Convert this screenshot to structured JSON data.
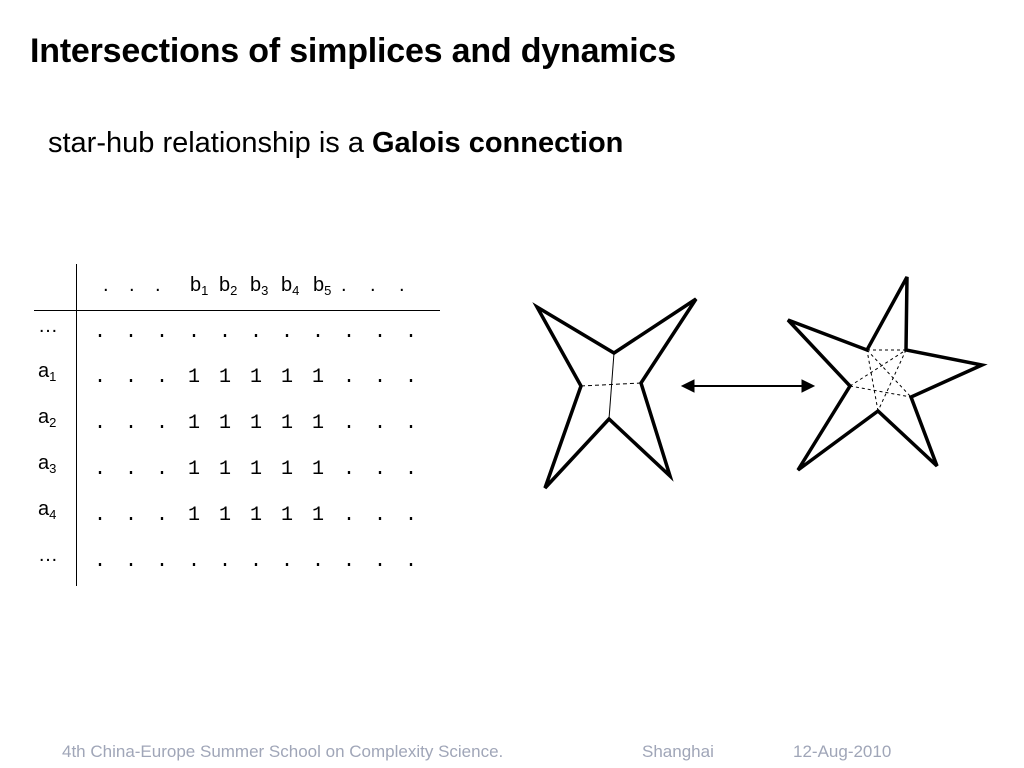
{
  "slide": {
    "title": "Intersections of simplices and dynamics",
    "subtitle_plain": "star-hub relationship is a ",
    "subtitle_bold": "Galois connection"
  },
  "table": {
    "header": [
      {
        "base": ".",
        "sub": ""
      },
      {
        "base": ".",
        "sub": ""
      },
      {
        "base": ".",
        "sub": ""
      },
      {
        "base": "b",
        "sub": "1"
      },
      {
        "base": "b",
        "sub": "2"
      },
      {
        "base": "b",
        "sub": "3"
      },
      {
        "base": "b",
        "sub": "4"
      },
      {
        "base": "b",
        "sub": "5"
      },
      {
        "base": ".",
        "sub": ""
      },
      {
        "base": ".",
        "sub": ""
      },
      {
        "base": ".",
        "sub": ""
      }
    ],
    "rows": [
      {
        "base": "…",
        "sub": "",
        "cells": [
          ".",
          ".",
          ".",
          ".",
          ".",
          ".",
          ".",
          ".",
          ".",
          ".",
          "."
        ]
      },
      {
        "base": "a",
        "sub": "1",
        "cells": [
          ".",
          ".",
          ".",
          "1",
          "1",
          "1",
          "1",
          "1",
          ".",
          ".",
          "."
        ]
      },
      {
        "base": "a",
        "sub": "2",
        "cells": [
          ".",
          ".",
          ".",
          "1",
          "1",
          "1",
          "1",
          "1",
          ".",
          ".",
          "."
        ]
      },
      {
        "base": "a",
        "sub": "3",
        "cells": [
          ".",
          ".",
          ".",
          "1",
          "1",
          "1",
          "1",
          "1",
          ".",
          ".",
          "."
        ]
      },
      {
        "base": "a",
        "sub": "4",
        "cells": [
          ".",
          ".",
          ".",
          "1",
          "1",
          "1",
          "1",
          "1",
          ".",
          ".",
          "."
        ]
      },
      {
        "base": "…",
        "sub": "",
        "cells": [
          ".",
          ".",
          ".",
          ".",
          ".",
          ".",
          ".",
          ".",
          ".",
          ".",
          "."
        ]
      }
    ]
  },
  "footer": {
    "conference": "4th China-Europe Summer School on Complexity Science.",
    "location": "Shanghai",
    "date": "12-Aug-2010"
  }
}
